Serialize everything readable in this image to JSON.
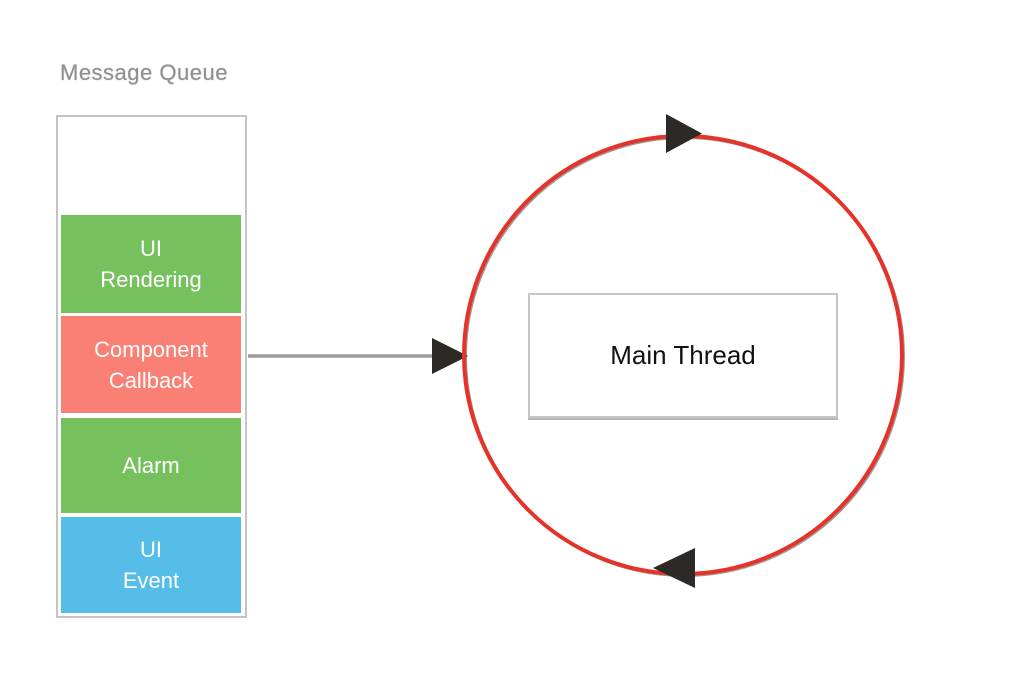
{
  "colors": {
    "green": "#77c05e",
    "salmon": "#fa8075",
    "blue": "#56bde8",
    "loop_red": "#e63329",
    "loop_shadow": "#4f4844",
    "arrow_dark": "#2d2926",
    "connector_gray": "#9b9b9b",
    "border_gray": "#c4c4c4",
    "title_gray": "#8f8f8f"
  },
  "queue": {
    "title": "Message Queue",
    "items": [
      {
        "label": "UI Rendering",
        "lines": [
          "UI",
          "Rendering"
        ],
        "color": "green"
      },
      {
        "label": "Component Callback",
        "lines": [
          "Component",
          "Callback"
        ],
        "color": "salmon"
      },
      {
        "label": "Alarm",
        "lines": [
          "Alarm"
        ],
        "color": "green"
      },
      {
        "label": "UI Event",
        "lines": [
          "UI",
          "Event"
        ],
        "color": "blue"
      }
    ]
  },
  "main_thread": {
    "label": "Main Thread"
  },
  "loop": {
    "direction": "clockwise"
  }
}
